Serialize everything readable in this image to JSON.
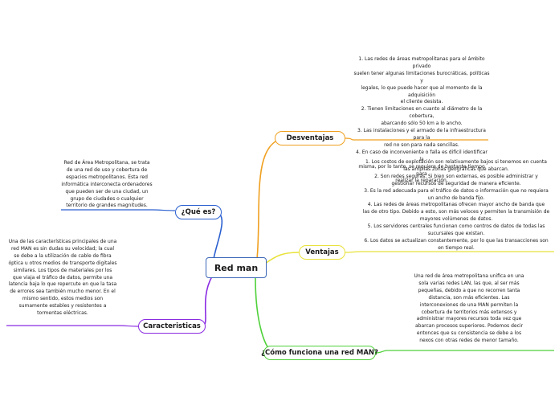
{
  "central": {
    "label": "Red man",
    "color": "#3b66b8"
  },
  "branches": {
    "desventajas": {
      "label": "Desventajas",
      "color": "#f0a020",
      "note": "1. Las redes de áreas metropolitanas para el ámbito privado\nsuelen tener algunas limitaciones burocráticas, políticas y\nlegales, lo que puede hacer que al momento de la adquisición\nel cliente desista.\n2. Tienen limitaciones en cuanto al diámetro de la cobertura,\nabarcando sólo 50 km a lo ancho.\n3. Las instalaciones y el armado de la infraestructura para la\nred no son para nada sencillas.\n4. En caso de inconveniente o falla es difícil identificar la\nmisma, por lo tanto, se requiere de bastante tiempo para\nrealizar la reparación."
    },
    "que_es": {
      "label": "¿Qué es?",
      "color": "#2a5fd0",
      "note": "Red de Área Metropolitana, se trata\nde una red de uso y cobertura de\nespacios metropolitanos. Esta red\ninformática interconecta ordenadores\nque pueden ser de una ciudad, un\ngrupo de ciudades o cualquier\nterritorio de grandes magnitudes."
    },
    "ventajas": {
      "label": "Ventajas",
      "color": "#e8e23a",
      "note": "1. Los costos de explotación son relativamente bajos si tenemos en cuenta\nlas amplias zonas geográficas que abarcan.\n2. Son redes seguras. Si bien son externas, es posible administrar y\ngestionar recursos de seguridad de manera eficiente.\n3. Es la red adecuada para el tráfico de datos o información que no requiera\nun ancho de banda fijo.\n4. Las redes de áreas metropolitanas ofrecen mayor ancho de banda que\nlas de otro tipo. Debido a esto, son más veloces y permiten la transmisión de\nmayores volúmenes de datos.\n5. Los servidores centrales funcionan como centros de datos de todas las\nsucursales que existan.\n6. Los datos se actualizan constantemente, por lo que las transacciones son\nen tiempo real."
    },
    "caracteristicas": {
      "label": "Caracteristicas",
      "color": "#8a2be2",
      "note": "Una de las características principales de una\nred MAN es sin dudas su velocidad; la cual\nse debe a la utilización de cable de fibra\nóptica u otros medios de transporte digitales\nsimilares. Los tipos de materiales por los\nque viaja el tráfico de datos, permite una\nlatencia baja lo que repercute en que la tasa\nde errores sea también mucho menor. En el\nmismo sentido, estos medios son\nsumamente estables y resistentes a\ntormentas eléctricas."
    },
    "como_funciona": {
      "label": "¿Cómo funciona una red MAN?",
      "color": "#4fd13a",
      "note": "Una red de área metropolitana unifica en una\nsola varias redes LAN, las que, al ser más\npequeñas, debido a que no recorren tanta\ndistancia, son más eficientes. Las\ninterconexiones de una MAN permiten la\ncobertura de territorios más extensos y\nadministrar mayores recursos toda vez que\nabarcan procesos superiores. Podemos decir\nentonces que su consistencia se debe a los\nnexos con otras redes de menor tamaño."
    }
  }
}
